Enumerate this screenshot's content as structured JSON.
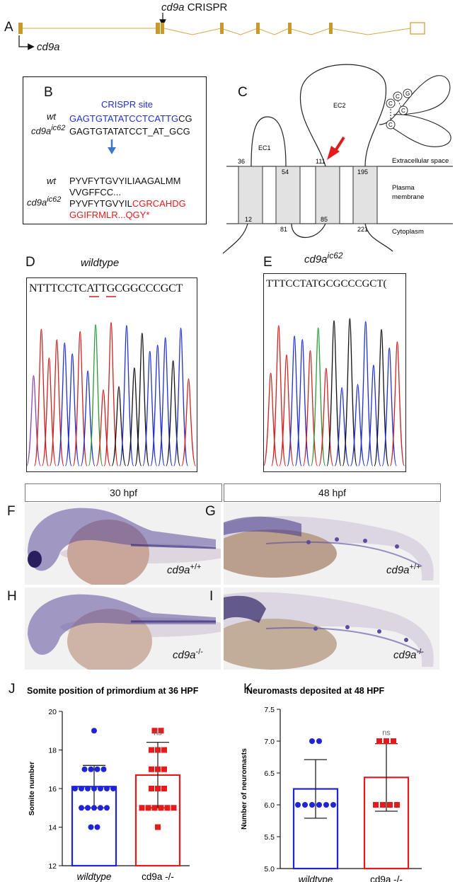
{
  "panels": {
    "A": "A",
    "B": "B",
    "C": "C",
    "D": "D",
    "E": "E",
    "F": "F",
    "G": "G",
    "H": "H",
    "I": "I",
    "J": "J",
    "K": "K"
  },
  "panelA": {
    "crispr_gene": "cd9a",
    "crispr_text": "CRISPR",
    "gene_label": "cd9a"
  },
  "panelB": {
    "site_label": "CRISPR site",
    "wt_label": "wt",
    "mut_label_base": "cd9a",
    "mut_label_sup": "ic62",
    "wt_seq_blue": "GAGTGTATATCCTCATTG",
    "wt_seq_black": "CG",
    "mut_seq": "GAGTGTATATCCT_AT_GCG",
    "wt_prot_line1": "PYVFYTGVYILIAAGALMM",
    "wt_prot_line2": "VVGFFCC...",
    "mut_prot_black": "PYVFYTGVYIL",
    "mut_prot_red1": "CGRCAHDG",
    "mut_prot_red2": "GGIFRMLR...QGY*"
  },
  "panelC": {
    "ec1": "EC1",
    "ec2": "EC2",
    "extracellular": "Extracellular space",
    "membrane_line1": "Plasma",
    "membrane_line2": "membrane",
    "cytoplasm": "Cytoplasm",
    "top_numbers": [
      "36",
      "54",
      "111",
      "195"
    ],
    "bottom_numbers": [
      "12",
      "81",
      "85",
      "221"
    ],
    "cys_label": "C",
    "gly_label": "G"
  },
  "panelD": {
    "title": "wildtype",
    "bases": "NTTTCCTCATTGCGGCCCGCT"
  },
  "panelE": {
    "title_base": "cd9a",
    "title_sup": "ic62",
    "bases": "TTTCCTATGCGCCCGCT("
  },
  "microscopy": {
    "col1": "30 hpf",
    "col2": "48 hpf",
    "gene": "cd9a",
    "wt_sup": "+/+",
    "mut_sup": "-/-"
  },
  "chart_data": [
    {
      "type": "scatter",
      "title": "Somite position of primordium at 36 HPF",
      "ylabel": "Somite number",
      "ylim": [
        12,
        20
      ],
      "yticks": [
        "12",
        "14",
        "16",
        "18",
        "20"
      ],
      "categories": [
        "wildtype",
        "cd9a -/-"
      ],
      "series": [
        {
          "name": "wildtype",
          "mean": 16.1,
          "sd": 1.1,
          "values": [
            19,
            17,
            17,
            17,
            17,
            16,
            16,
            16,
            16,
            16,
            16,
            16,
            15,
            15,
            15,
            15,
            15,
            14,
            14
          ]
        },
        {
          "name": "cd9a -/-",
          "mean": 16.7,
          "sd": 1.7,
          "values": [
            19,
            19,
            18,
            18,
            18,
            17,
            17,
            17,
            16,
            16,
            16,
            15,
            15,
            15,
            15,
            15,
            15,
            14
          ]
        }
      ],
      "annotation": "ns",
      "colors": [
        "#1f25d6",
        "#e51a1a"
      ]
    },
    {
      "type": "scatter",
      "title": "Neuromasts deposited at 48 HPF",
      "ylabel": "Number of neuromasts",
      "ylim": [
        5.0,
        7.5
      ],
      "yticks": [
        "5.0",
        "5.5",
        "6.0",
        "6.5",
        "7.0",
        "7.5"
      ],
      "categories": [
        "wildtype",
        "cd9a -/-"
      ],
      "series": [
        {
          "name": "wildtype",
          "mean": 6.25,
          "sd": 0.46,
          "values": [
            7,
            7,
            6,
            6,
            6,
            6,
            6,
            6
          ]
        },
        {
          "name": "cd9a -/-",
          "mean": 6.43,
          "sd": 0.53,
          "values": [
            7,
            7,
            7,
            6,
            6,
            6,
            6
          ]
        }
      ],
      "annotation": "ns",
      "colors": [
        "#1f25d6",
        "#e51a1a"
      ]
    }
  ]
}
